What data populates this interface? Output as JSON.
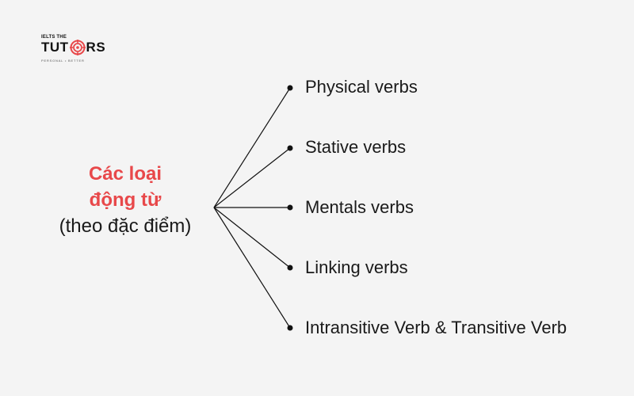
{
  "logo": {
    "top_text": "IELTS THE",
    "main_left": "TUT",
    "main_right": "RS",
    "tagline": "PERSONAL • BETTER",
    "accent_color": "#e8484a"
  },
  "center": {
    "line1": "Các loại",
    "line2": "động từ",
    "line3": "(theo đặc điểm)",
    "accent_color": "#e8484a"
  },
  "branches": [
    {
      "label": "Physical verbs"
    },
    {
      "label": "Stative verbs"
    },
    {
      "label": "Mentals verbs"
    },
    {
      "label": "Linking verbs"
    },
    {
      "label": "Intransitive Verb & Transitive Verb"
    }
  ]
}
